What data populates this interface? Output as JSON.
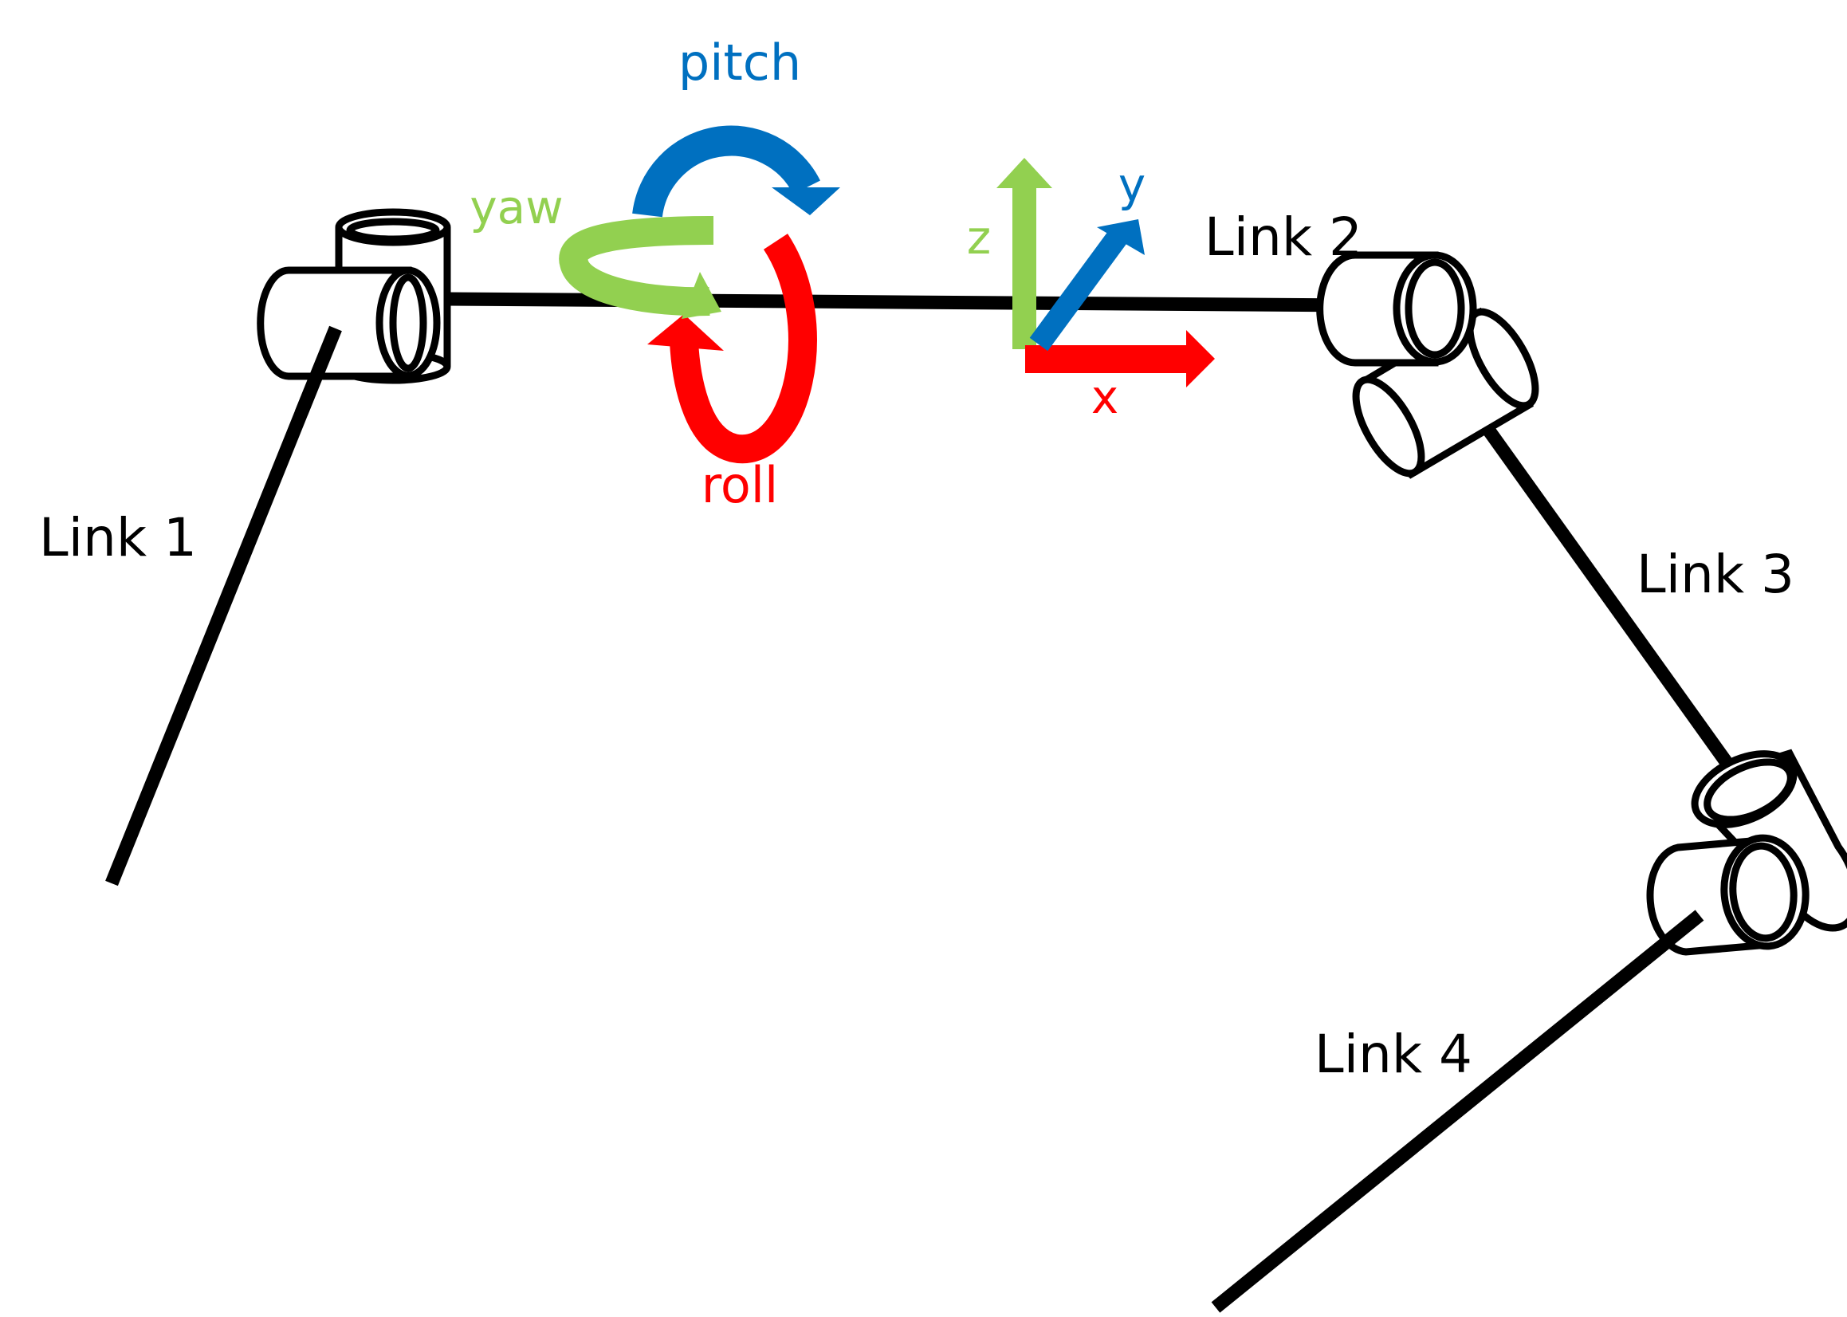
{
  "labels": {
    "link1": "Link 1",
    "link2": "Link 2",
    "link3": "Link 3",
    "link4": "Link 4",
    "pitch": "pitch",
    "yaw": "yaw",
    "roll": "roll",
    "axis_x": "x",
    "axis_y": "y",
    "axis_z": "z"
  },
  "colors": {
    "link": "#000000",
    "pitch": "#0070C0",
    "yaw": "#92D050",
    "roll": "#FF0000",
    "axis_x": "#FF0000",
    "axis_y": "#0070C0",
    "axis_z": "#92D050"
  }
}
